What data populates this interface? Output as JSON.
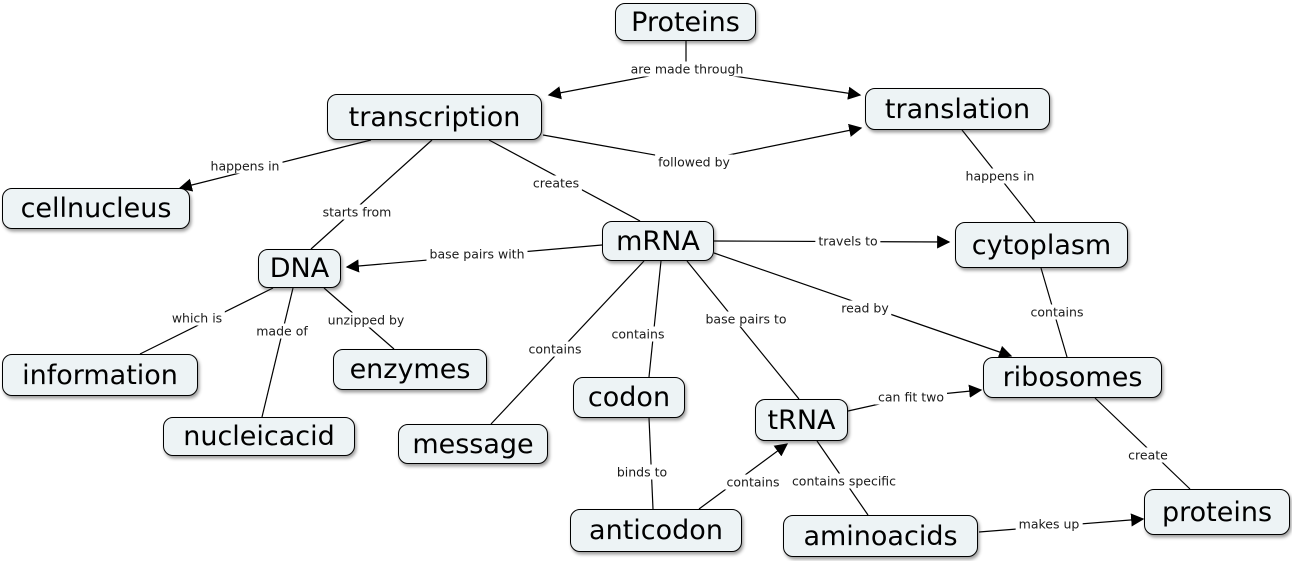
{
  "app": {
    "type": "concept-map",
    "background_color": "#ffffff",
    "node_fill_color": "#edf3f5",
    "node_border_color": "#000000",
    "line_color": "#000000"
  },
  "nodes": {
    "proteins_top": {
      "label": "Proteins"
    },
    "transcription": {
      "label": "transcription"
    },
    "translation": {
      "label": "translation"
    },
    "cellnucleus": {
      "label": "cellnucleus"
    },
    "dna": {
      "label": "DNA"
    },
    "mrna": {
      "label": "mRNA"
    },
    "cytoplasm": {
      "label": "cytoplasm"
    },
    "information": {
      "label": "information"
    },
    "enzymes": {
      "label": "enzymes"
    },
    "nucleicacid": {
      "label": "nucleicacid"
    },
    "message": {
      "label": "message"
    },
    "codon": {
      "label": "codon"
    },
    "trna": {
      "label": "tRNA"
    },
    "ribosomes": {
      "label": "ribosomes"
    },
    "anticodon": {
      "label": "anticodon"
    },
    "aminoacids": {
      "label": "aminoacids"
    },
    "proteins_bottom": {
      "label": "proteins"
    }
  },
  "edges": [
    {
      "from": "Proteins",
      "to": "transcription, translation",
      "label": "are made through",
      "arrow": true
    },
    {
      "from": "transcription",
      "to": "translation",
      "label": "followed by",
      "arrow": true
    },
    {
      "from": "transcription",
      "to": "cellnucleus",
      "label": "happens in",
      "arrow": true
    },
    {
      "from": "transcription",
      "to": "DNA",
      "label": "starts from",
      "arrow": false
    },
    {
      "from": "transcription",
      "to": "mRNA",
      "label": "creates",
      "arrow": false
    },
    {
      "from": "translation",
      "to": "cytoplasm",
      "label": "happens in",
      "arrow": false
    },
    {
      "from": "mRNA",
      "to": "DNA",
      "label": "base pairs with",
      "arrow": true
    },
    {
      "from": "mRNA",
      "to": "cytoplasm",
      "label": "travels to",
      "arrow": true
    },
    {
      "from": "DNA",
      "to": "information",
      "label": "which is",
      "arrow": false
    },
    {
      "from": "DNA",
      "to": "nucleicacid",
      "label": "made of",
      "arrow": false
    },
    {
      "from": "DNA",
      "to": "enzymes",
      "label": "unzipped by",
      "arrow": false
    },
    {
      "from": "mRNA",
      "to": "message",
      "label": "contains",
      "arrow": false
    },
    {
      "from": "mRNA",
      "to": "codon",
      "label": "contains",
      "arrow": false
    },
    {
      "from": "mRNA",
      "to": "tRNA",
      "label": "base pairs to",
      "arrow": false
    },
    {
      "from": "mRNA",
      "to": "ribosomes",
      "label": "read by",
      "arrow": true
    },
    {
      "from": "cytoplasm",
      "to": "ribosomes",
      "label": "contains",
      "arrow": false
    },
    {
      "from": "tRNA",
      "to": "ribosomes",
      "label": "can fit two",
      "arrow": true
    },
    {
      "from": "codon",
      "to": "anticodon",
      "label": "binds to",
      "arrow": false
    },
    {
      "from": "anticodon",
      "to": "tRNA",
      "label": "contains",
      "arrow": true
    },
    {
      "from": "tRNA",
      "to": "aminoacids",
      "label": "contains specific",
      "arrow": false
    },
    {
      "from": "ribosomes",
      "to": "proteins",
      "label": "create",
      "arrow": false
    },
    {
      "from": "aminoacids",
      "to": "proteins",
      "label": "makes up",
      "arrow": true
    }
  ]
}
